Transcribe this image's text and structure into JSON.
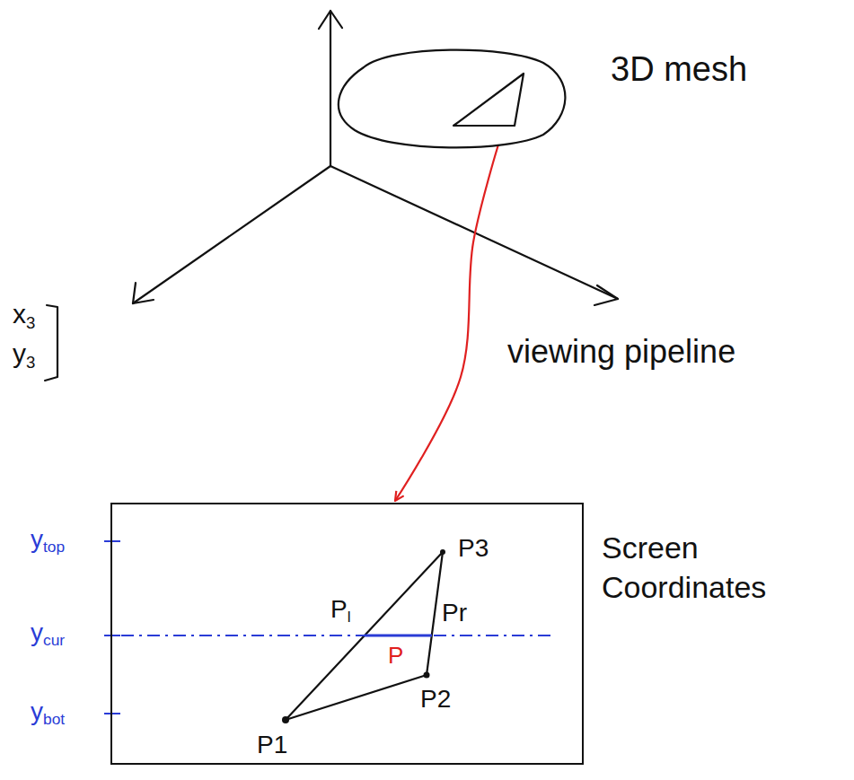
{
  "diagram": {
    "nodes": [
      {
        "text": [
          "3D mesh"
        ]
      },
      {
        "text": [
          "Screen Coordinates"
        ]
      }
    ],
    "edges": [
      {
        "from": 0,
        "to": 1,
        "arrow": "to",
        "label": "viewing pipeline"
      }
    ],
    "labels": [
      "x3",
      "y3",
      "ytop",
      "P3",
      "Pl",
      "Pr",
      "ycur",
      "P",
      "P2",
      "ybot",
      "P1"
    ]
  }
}
